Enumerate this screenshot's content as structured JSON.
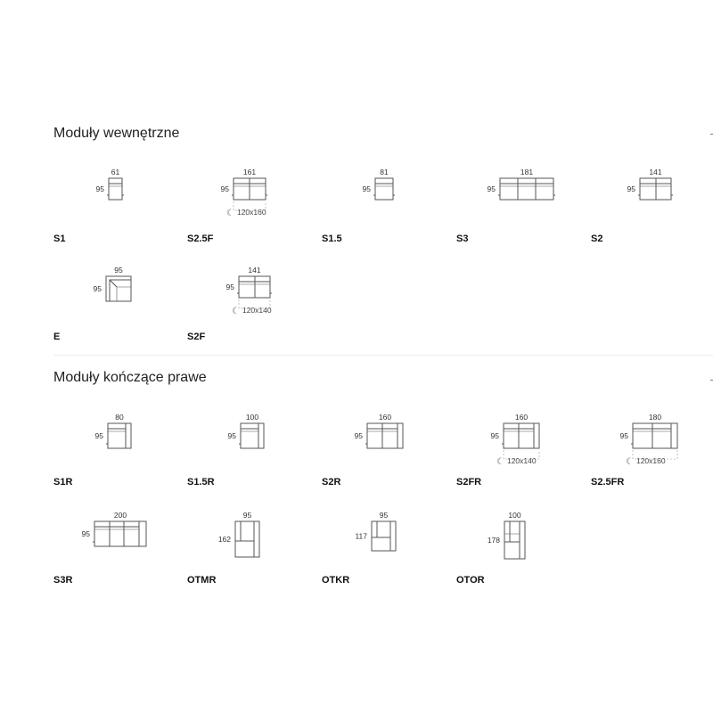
{
  "sections": [
    {
      "title": "Moduły wewnętrzne",
      "modules": [
        {
          "name": "S1",
          "width": "61",
          "depth": "95",
          "type": "seat",
          "units": 1
        },
        {
          "name": "S2.5F",
          "width": "161",
          "depth": "95",
          "type": "seat",
          "units": 2,
          "bed": "120x160"
        },
        {
          "name": "S1.5",
          "width": "81",
          "depth": "95",
          "type": "seat",
          "units": 1
        },
        {
          "name": "S3",
          "width": "181",
          "depth": "95",
          "type": "seat",
          "units": 3
        },
        {
          "name": "S2",
          "width": "141",
          "depth": "95",
          "type": "seat",
          "units": 2
        },
        {
          "name": "E",
          "width": "95",
          "depth": "95",
          "type": "corner"
        },
        {
          "name": "S2F",
          "width": "141",
          "depth": "95",
          "type": "seat",
          "units": 2,
          "bed": "120x140"
        }
      ]
    },
    {
      "title": "Moduły kończące prawe",
      "modules": [
        {
          "name": "S1R",
          "width": "80",
          "depth": "95",
          "type": "seat-arm",
          "units": 1
        },
        {
          "name": "S1.5R",
          "width": "100",
          "depth": "95",
          "type": "seat-arm",
          "units": 1
        },
        {
          "name": "S2R",
          "width": "160",
          "depth": "95",
          "type": "seat-arm",
          "units": 2
        },
        {
          "name": "S2FR",
          "width": "160",
          "depth": "95",
          "type": "seat-arm",
          "units": 2,
          "bed": "120x140"
        },
        {
          "name": "S2.5FR",
          "width": "180",
          "depth": "95",
          "type": "seat-arm",
          "units": 2,
          "bed": "120x160"
        },
        {
          "name": "S3R",
          "width": "200",
          "depth": "95",
          "type": "seat-arm",
          "units": 3
        },
        {
          "name": "OTMR",
          "width": "95",
          "depth": "162",
          "type": "chaise"
        },
        {
          "name": "OTKR",
          "width": "95",
          "depth": "117",
          "type": "chaise"
        },
        {
          "name": "OTOR",
          "width": "100",
          "depth": "178",
          "type": "chaise-open"
        }
      ]
    }
  ],
  "icons": {
    "bed": "moon-icon"
  },
  "colors": {
    "stroke": "#555555",
    "text": "#222222",
    "divider": "#ececec"
  }
}
